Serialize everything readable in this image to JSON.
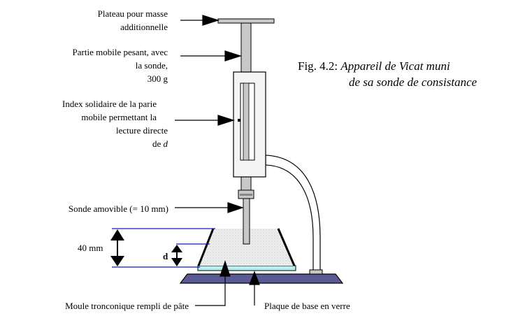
{
  "caption": {
    "prefix": "Fig. 4.2: ",
    "title_line1": "Appareil de Vicat muni",
    "title_line2": "de sa sonde de consistance"
  },
  "labels": {
    "plateau_line1": "Plateau pour masse",
    "plateau_line2": "additionnelle",
    "partie_line1": "Partie mobile pesant, avec",
    "partie_line2": "la sonde,",
    "partie_line3": "300 g",
    "index_line1": "Index solidaire de la parie",
    "index_line2": "mobile permettant la",
    "index_line3": "lecture directe",
    "index_line4_prefix": "de ",
    "index_line4_var": "d",
    "sonde": "Sonde amovible (= 10 mm)",
    "height": "40 mm",
    "d_symbol": "d",
    "moule": "Moule tronconique rempli de pâte",
    "plaque": "Plaque de base en verre"
  },
  "colors": {
    "guide_lines": "#1a1ab4",
    "base": "#5a5a96",
    "glass_plate": "#b4f0f0",
    "paste": "#f0f0f0",
    "apparatus": "#c8c8c8",
    "outline": "#000000"
  }
}
